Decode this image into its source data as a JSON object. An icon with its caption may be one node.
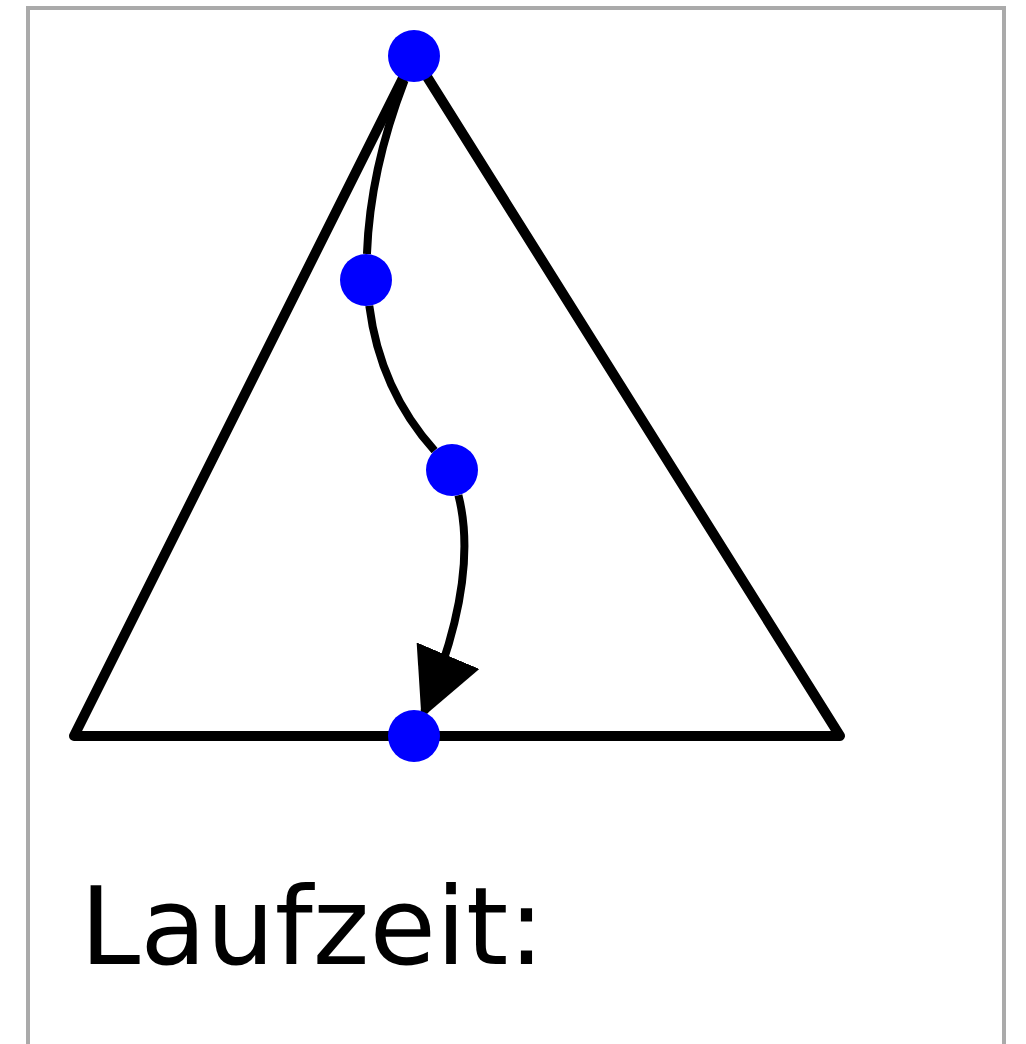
{
  "diagram": {
    "nodes": [
      {
        "text": [],
        "shape": "circle"
      },
      {
        "text": [],
        "shape": "circle"
      },
      {
        "text": [],
        "shape": "circle"
      },
      {
        "text": [],
        "shape": "circle"
      }
    ],
    "edges": [
      {
        "from": 0,
        "to": 1,
        "arrow": "none"
      },
      {
        "from": 1,
        "to": 2,
        "arrow": "none"
      },
      {
        "from": 2,
        "to": 3,
        "arrow": "to"
      }
    ],
    "labels": [
      "Laufzeit:"
    ]
  }
}
